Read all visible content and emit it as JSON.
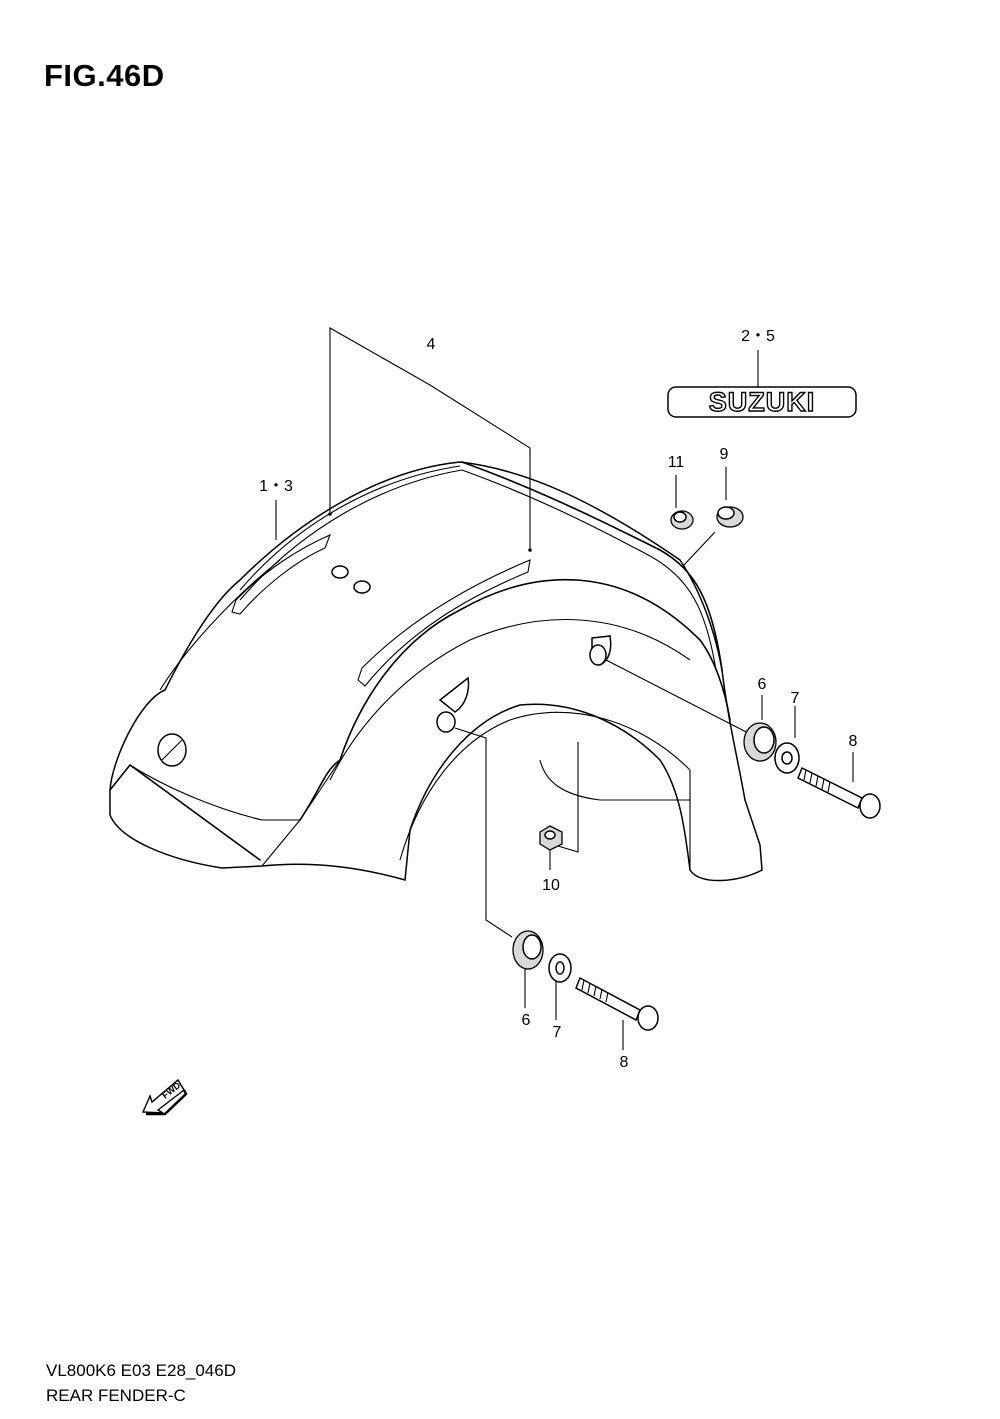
{
  "figure": {
    "title": "FIG.46D",
    "model_code": "VL800K6 E03 E28_046D",
    "part_group": "REAR FENDER-C"
  },
  "callouts": {
    "c_4": "4",
    "c_1_3": "1・3",
    "c_2_5": "2・5",
    "c_11": "11",
    "c_9": "9",
    "c_6_right": "6",
    "c_7_right": "7",
    "c_8_right": "8",
    "c_10": "10",
    "c_6_lower": "6",
    "c_7_lower": "7",
    "c_8_lower": "8"
  },
  "emblem": {
    "text": "SUZUKI"
  },
  "fwd_arrow": {
    "text": "FWD",
    "icon": "fwd-arrow-icon"
  }
}
